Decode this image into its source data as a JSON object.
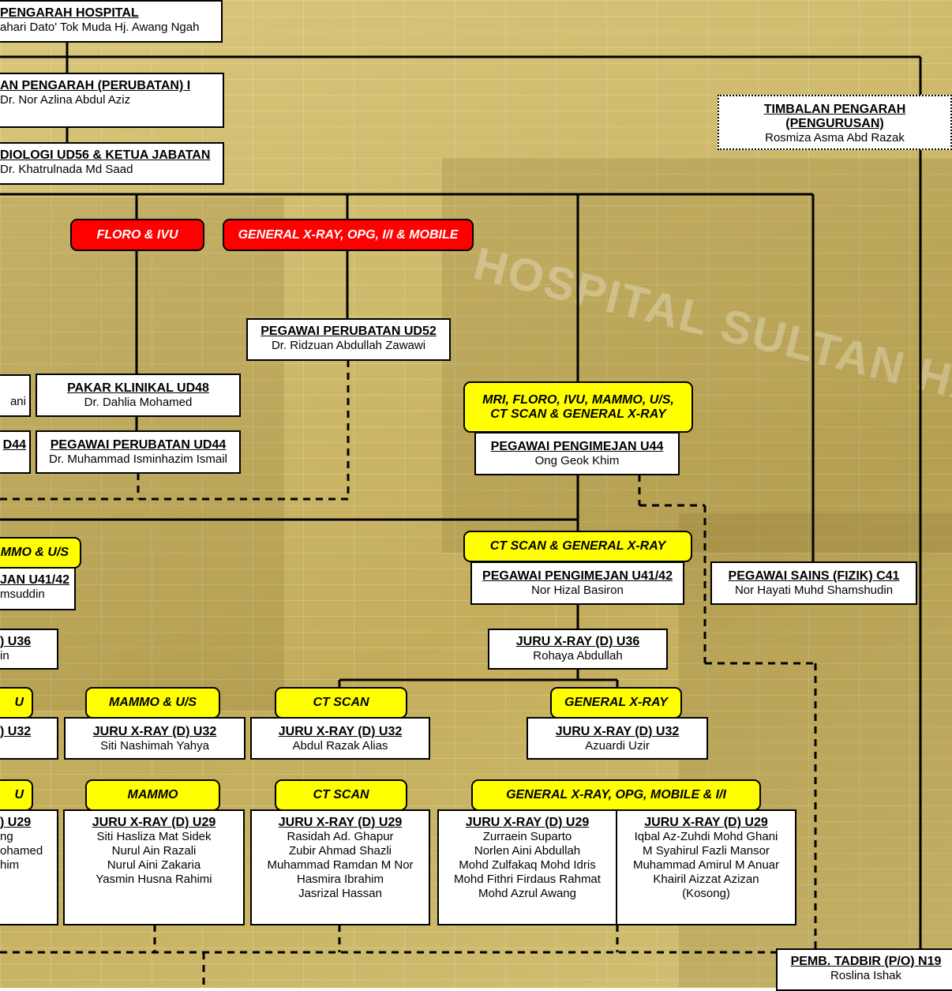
{
  "nodes": {
    "pengarah": {
      "title": "PENGARAH HOSPITAL",
      "name": "ahari Dato' Tok Muda Hj. Awang Ngah"
    },
    "timbalan_perubatan": {
      "title": "AN PENGARAH (PERUBATAN) I",
      "name": "Dr. Nor Azlina Abdul Aziz"
    },
    "ketua_jabatan": {
      "title": "DIOLOGI UD56 & KETUA JABATAN",
      "name": "Dr. Khatrulnada Md Saad"
    },
    "timbalan_pengurusan": {
      "title1": "TIMBALAN PENGARAH",
      "title2": "(PENGURUSAN)",
      "name": "Rosmiza Asma Abd Razak"
    },
    "pegawai_ud52": {
      "title": "PEGAWAI PERUBATAN UD52",
      "name": "Dr.  Ridzuan Abdullah Zawawi"
    },
    "left_partial_1": {
      "name": "ani"
    },
    "pakar_ud48": {
      "title": "PAKAR KLINIKAL UD48",
      "name": "Dr. Dahlia Mohamed"
    },
    "left_partial_2": {
      "title": "D44"
    },
    "pegawai_ud44": {
      "title": "PEGAWAI PERUBATAN UD44",
      "name": "Dr. Muhammad Isminhazim Ismail"
    },
    "pengimejan_u44": {
      "title": "PEGAWAI PENGIMEJAN U44",
      "name": "Ong Geok Khim"
    },
    "left_partial_u4142": {
      "title": "JAN U41/42",
      "name": "msuddin"
    },
    "pengimejan_u4142": {
      "title": "PEGAWAI PENGIMEJAN U41/42",
      "name": "Nor Hizal Basiron"
    },
    "sains_c41": {
      "title": "PEGAWAI SAINS (FIZIK) C41",
      "name": "Nor Hayati Muhd Shamshudin"
    },
    "left_partial_u36": {
      "title": ") U36",
      "name": "in"
    },
    "juru_u36": {
      "title": "JURU X-RAY (D) U36",
      "name": "Rohaya Abdullah"
    },
    "left_partial_u32": {
      "title": ") U32"
    },
    "u32_mammo": {
      "title": "JURU X-RAY (D) U32",
      "name": "Siti Nashimah Yahya"
    },
    "u32_ct": {
      "title": "JURU X-RAY (D) U32",
      "name": "Abdul Razak Alias"
    },
    "u32_gen": {
      "title": "JURU X-RAY (D) U32",
      "name": "Azuardi Uzir"
    },
    "left_partial_u29": {
      "title": ") U29",
      "names": [
        "ng",
        "ohamed",
        "him"
      ]
    },
    "u29_mammo": {
      "title": "JURU X-RAY (D) U29",
      "names": [
        "Siti Hasliza Mat Sidek",
        "Nurul Ain Razali",
        "Nurul Aini Zakaria",
        "Yasmin Husna Rahimi"
      ]
    },
    "u29_ct": {
      "title": "JURU X-RAY (D) U29",
      "names": [
        "Rasidah Ad. Ghapur",
        "Zubir Ahmad Shazli",
        "Muhammad Ramdan M Nor",
        "Hasmira Ibrahim",
        "Jasrizal Hassan"
      ]
    },
    "u29_gen1": {
      "title": "JURU X-RAY (D) U29",
      "names": [
        "Zurraein Suparto",
        "Norlen Aini Abdullah",
        "Mohd Zulfakaq Mohd Idris",
        "Mohd Fithri Firdaus Rahmat",
        "Mohd Azrul Awang"
      ]
    },
    "u29_gen2": {
      "title": "JURU X-RAY (D) U29",
      "names": [
        "Iqbal Az-Zuhdi Mohd Ghani",
        "M Syahirul Fazli Mansor",
        "Muhammad Amirul M Anuar",
        "Khairil Aizzat Azizan",
        "(Kosong)"
      ]
    },
    "pemb_tadbir": {
      "title": "PEMB. TADBIR (P/O) N19",
      "name": "Roslina  Ishak"
    }
  },
  "tags": {
    "floro_ivu": "FLORO & IVU",
    "general_xray_opg": "GENERAL X-RAY, OPG, I/I & MOBILE",
    "mri_line1": "MRI, FLORO, IVU, MAMMO, U/S,",
    "mri_line2": "CT SCAN & GENERAL X-RAY",
    "mmo_us": "MMO & U/S",
    "ct_gen": "CT SCAN & GENERAL X-RAY",
    "u_partial_1": "U",
    "mammo_us": "MAMMO & U/S",
    "ct_scan_1": "CT SCAN",
    "general_xray": "GENERAL X-RAY",
    "u_partial_2": "U",
    "mammo": "MAMMO",
    "ct_scan_2": "CT SCAN",
    "gen_opg_mobile": "GENERAL X-RAY, OPG, MOBILE & I/I"
  },
  "background": {
    "watermark": "HOSPITAL SULTAN HAJI AHMAD SHAH TEME"
  },
  "colors": {
    "red_tag": "#ff0000",
    "yellow_tag": "#ffff00",
    "background": "#d2bf72"
  }
}
